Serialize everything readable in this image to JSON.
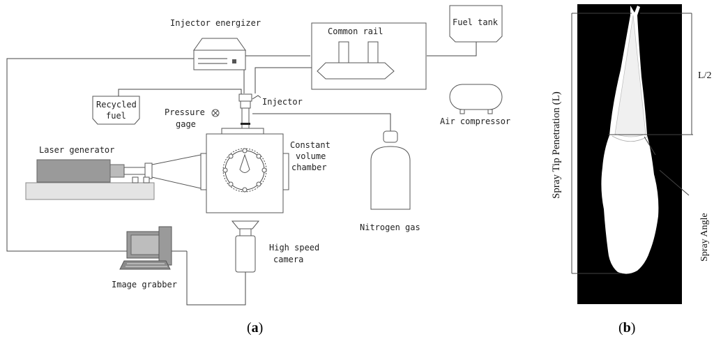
{
  "panel_a": {
    "caption_letter": "a",
    "labels": {
      "injector_energizer": "Injector energizer",
      "common_rail": "Common rail",
      "fuel_tank": "Fuel tank",
      "recycled_fuel_line1": "Recycled",
      "recycled_fuel_line2": "fuel",
      "injector": "Injector",
      "pressure_gage_line1": "Pressure",
      "pressure_gage_line2": "gage",
      "air_compressor": "Air compressor",
      "laser_generator": "Laser generator",
      "constant_volume_line1": "Constant",
      "constant_volume_line2": "volume",
      "constant_volume_line3": "chamber",
      "nitrogen_gas": "Nitrogen gas",
      "high_speed_line1": "High speed",
      "high_speed_line2": "camera",
      "image_grabber": "Image grabber"
    }
  },
  "panel_b": {
    "caption_letter": "b",
    "labels": {
      "spray_tip_penetration": "Spray Tip Penetration (L)",
      "half_length": "L/2",
      "spray_angle": "Spray Angle"
    }
  }
}
